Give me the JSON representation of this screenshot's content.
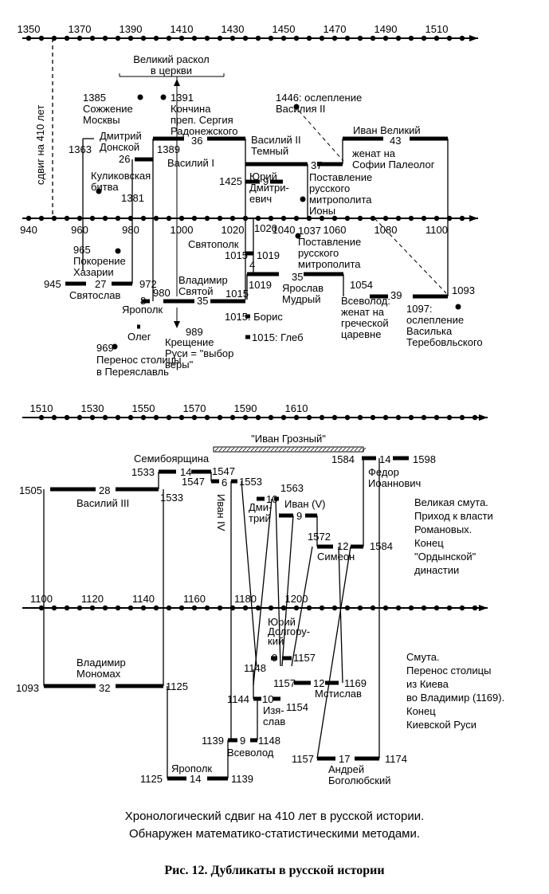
{
  "top_upper_axis_labels": [
    "1350",
    "1370",
    "1390",
    "1410",
    "1430",
    "1450",
    "1470",
    "1490",
    "1510"
  ],
  "top_lower_axis_labels": [
    "940",
    "960",
    "980",
    "1000",
    "1020",
    "1040",
    "1060",
    "1080",
    "1100"
  ],
  "bottom_upper_axis_labels": [
    "1510",
    "1530",
    "1550",
    "1570",
    "1590",
    "1610"
  ],
  "bottom_lower_axis_labels": [
    "1100",
    "1120",
    "1140",
    "1160",
    "1180",
    "1200"
  ],
  "shift_label": "сдвиг на 410 лет",
  "schism": [
    "Великий раскол",
    "в церкви"
  ],
  "top_texts": [
    [
      "1385",
      "Сожжение",
      "Москвы"
    ],
    [
      "1391",
      "Кончина",
      "преп. Сергия",
      "Радонежского"
    ],
    [
      "1446: ослепление",
      "Василия II"
    ],
    [
      "Дмитрий",
      "Донской"
    ],
    [
      "1363"
    ],
    [
      "26"
    ],
    [
      "1389"
    ],
    [
      "36"
    ],
    [
      "Василий II",
      "Темный"
    ],
    [
      "Иван Великий"
    ],
    [
      "43"
    ],
    [
      "женат на",
      "Софии Палеолог"
    ],
    [
      "Василий I"
    ],
    [
      "Куликовская",
      "битва"
    ],
    [
      "1381"
    ],
    [
      "1425"
    ],
    [
      "9"
    ],
    [
      "Юрий",
      "Дмитри-",
      "евич"
    ],
    [
      "37"
    ],
    [
      "Поставление",
      "русского",
      "митрополита",
      "Ионы"
    ],
    [
      "965",
      "Покорение",
      "Хазарии"
    ],
    [
      "Святополк"
    ],
    [
      "1015"
    ],
    [
      "1019"
    ],
    [
      "1020"
    ],
    [
      "4"
    ],
    [
      "1037",
      "Поставление",
      "русского",
      "митрополита"
    ],
    [
      "945"
    ],
    [
      "27"
    ],
    [
      "Святослав"
    ],
    [
      "972"
    ],
    [
      "Владимир",
      "Святой"
    ],
    [
      "1015"
    ],
    [
      "1019"
    ],
    [
      "35"
    ],
    [
      "Ярослав",
      "Мудрый"
    ],
    [
      "1054"
    ],
    [
      "39"
    ],
    [
      "1093"
    ],
    [
      "Ярополк"
    ],
    [
      "8"
    ],
    [
      "980"
    ],
    [
      "35"
    ],
    [
      "Всеволод:",
      "женат на",
      "греческой",
      "царевне"
    ],
    [
      "1097:",
      "ослепление",
      "Василька",
      "Теребовльского"
    ],
    [
      "Олег"
    ],
    [
      "989"
    ],
    [
      "1015: Борис"
    ],
    [
      "1015: Глеб"
    ],
    [
      "Крещение",
      "Руси = \"выбор",
      "веры\""
    ],
    [
      "969",
      "Перенос столицы",
      "в Переяславль"
    ]
  ],
  "bottom_texts": [
    [
      "\"Иван Грозный\""
    ],
    [
      "Семибоярщина"
    ],
    [
      "1533"
    ],
    [
      "14"
    ],
    [
      "1547"
    ],
    [
      "1584"
    ],
    [
      "14"
    ],
    [
      "1598"
    ],
    [
      "Федор",
      "Иоаннович"
    ],
    [
      "1505"
    ],
    [
      "28"
    ],
    [
      "Василий III"
    ],
    [
      "1533"
    ],
    [
      "1547"
    ],
    [
      "6"
    ],
    [
      "1553"
    ],
    [
      "Иван IV"
    ],
    [
      "10"
    ],
    [
      "Дми-",
      "трий"
    ],
    [
      "1563"
    ],
    [
      "Иван (V)"
    ],
    [
      "9"
    ],
    [
      "Великая смута.",
      "Приход к власти",
      "Романовых.",
      "Конец",
      "\"Ордынской\"",
      "династии"
    ],
    [
      "1572"
    ],
    [
      "12"
    ],
    [
      "1584"
    ],
    [
      "Симеон"
    ],
    [
      "Юрий",
      "Долгору-",
      "кий"
    ],
    [
      "1148"
    ],
    [
      "9"
    ],
    [
      "1157"
    ],
    [
      "Владимир",
      "Мономах"
    ],
    [
      "1093"
    ],
    [
      "32"
    ],
    [
      "1125"
    ],
    [
      "1157"
    ],
    [
      "12"
    ],
    [
      "1169"
    ],
    [
      "Мстислав"
    ],
    [
      "1144"
    ],
    [
      "10"
    ],
    [
      "1154"
    ],
    [
      "Изя-",
      "слав"
    ],
    [
      "Смута.",
      "Перенос столицы",
      "из Киева",
      "во Владимир (1169).",
      "Конец",
      "Киевской Руси"
    ],
    [
      "1139"
    ],
    [
      "9"
    ],
    [
      "1148"
    ],
    [
      "Всеволод"
    ],
    [
      "1157"
    ],
    [
      "17"
    ],
    [
      "1174"
    ],
    [
      "Андрей",
      "Боголюбский"
    ],
    [
      "Ярополк"
    ],
    [
      "1125"
    ],
    [
      "14"
    ],
    [
      "1139"
    ]
  ],
  "caption_line1": "Хронологический сдвиг на 410 лет в русской истории.",
  "caption_line2": "Обнаружен математико-статистическими методами.",
  "figure_title": "Рис. 12. Дубликаты в русской истории"
}
